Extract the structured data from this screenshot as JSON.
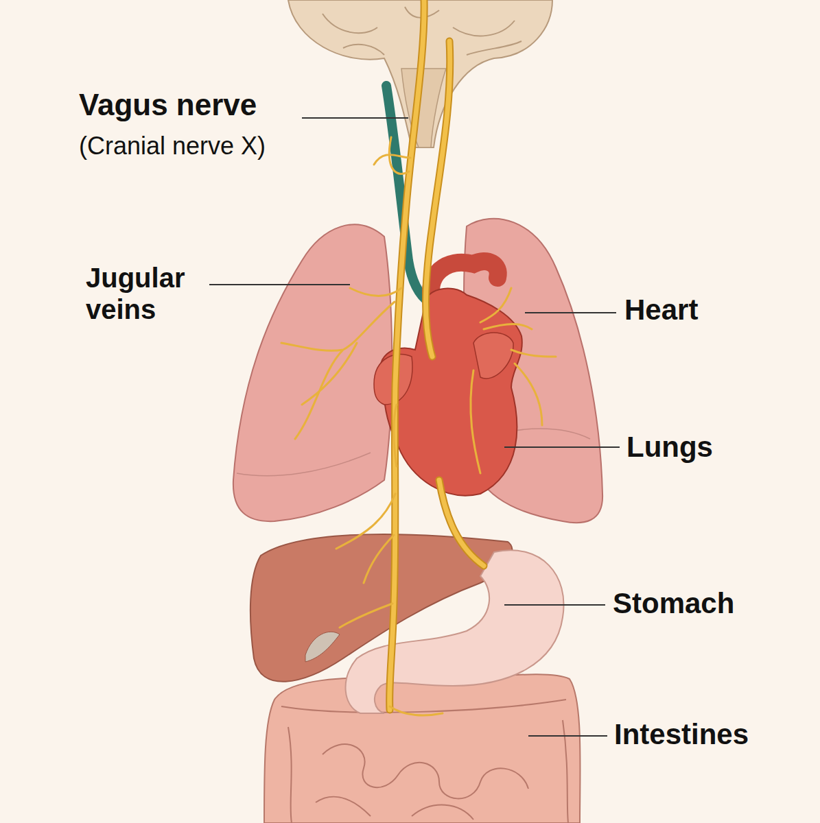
{
  "diagram": {
    "labels": [
      "Vagus nerve",
      "(Cranial nerve X)",
      "Jugular veins",
      "Heart",
      "Lungs",
      "Stomach",
      "Intestines"
    ]
  }
}
